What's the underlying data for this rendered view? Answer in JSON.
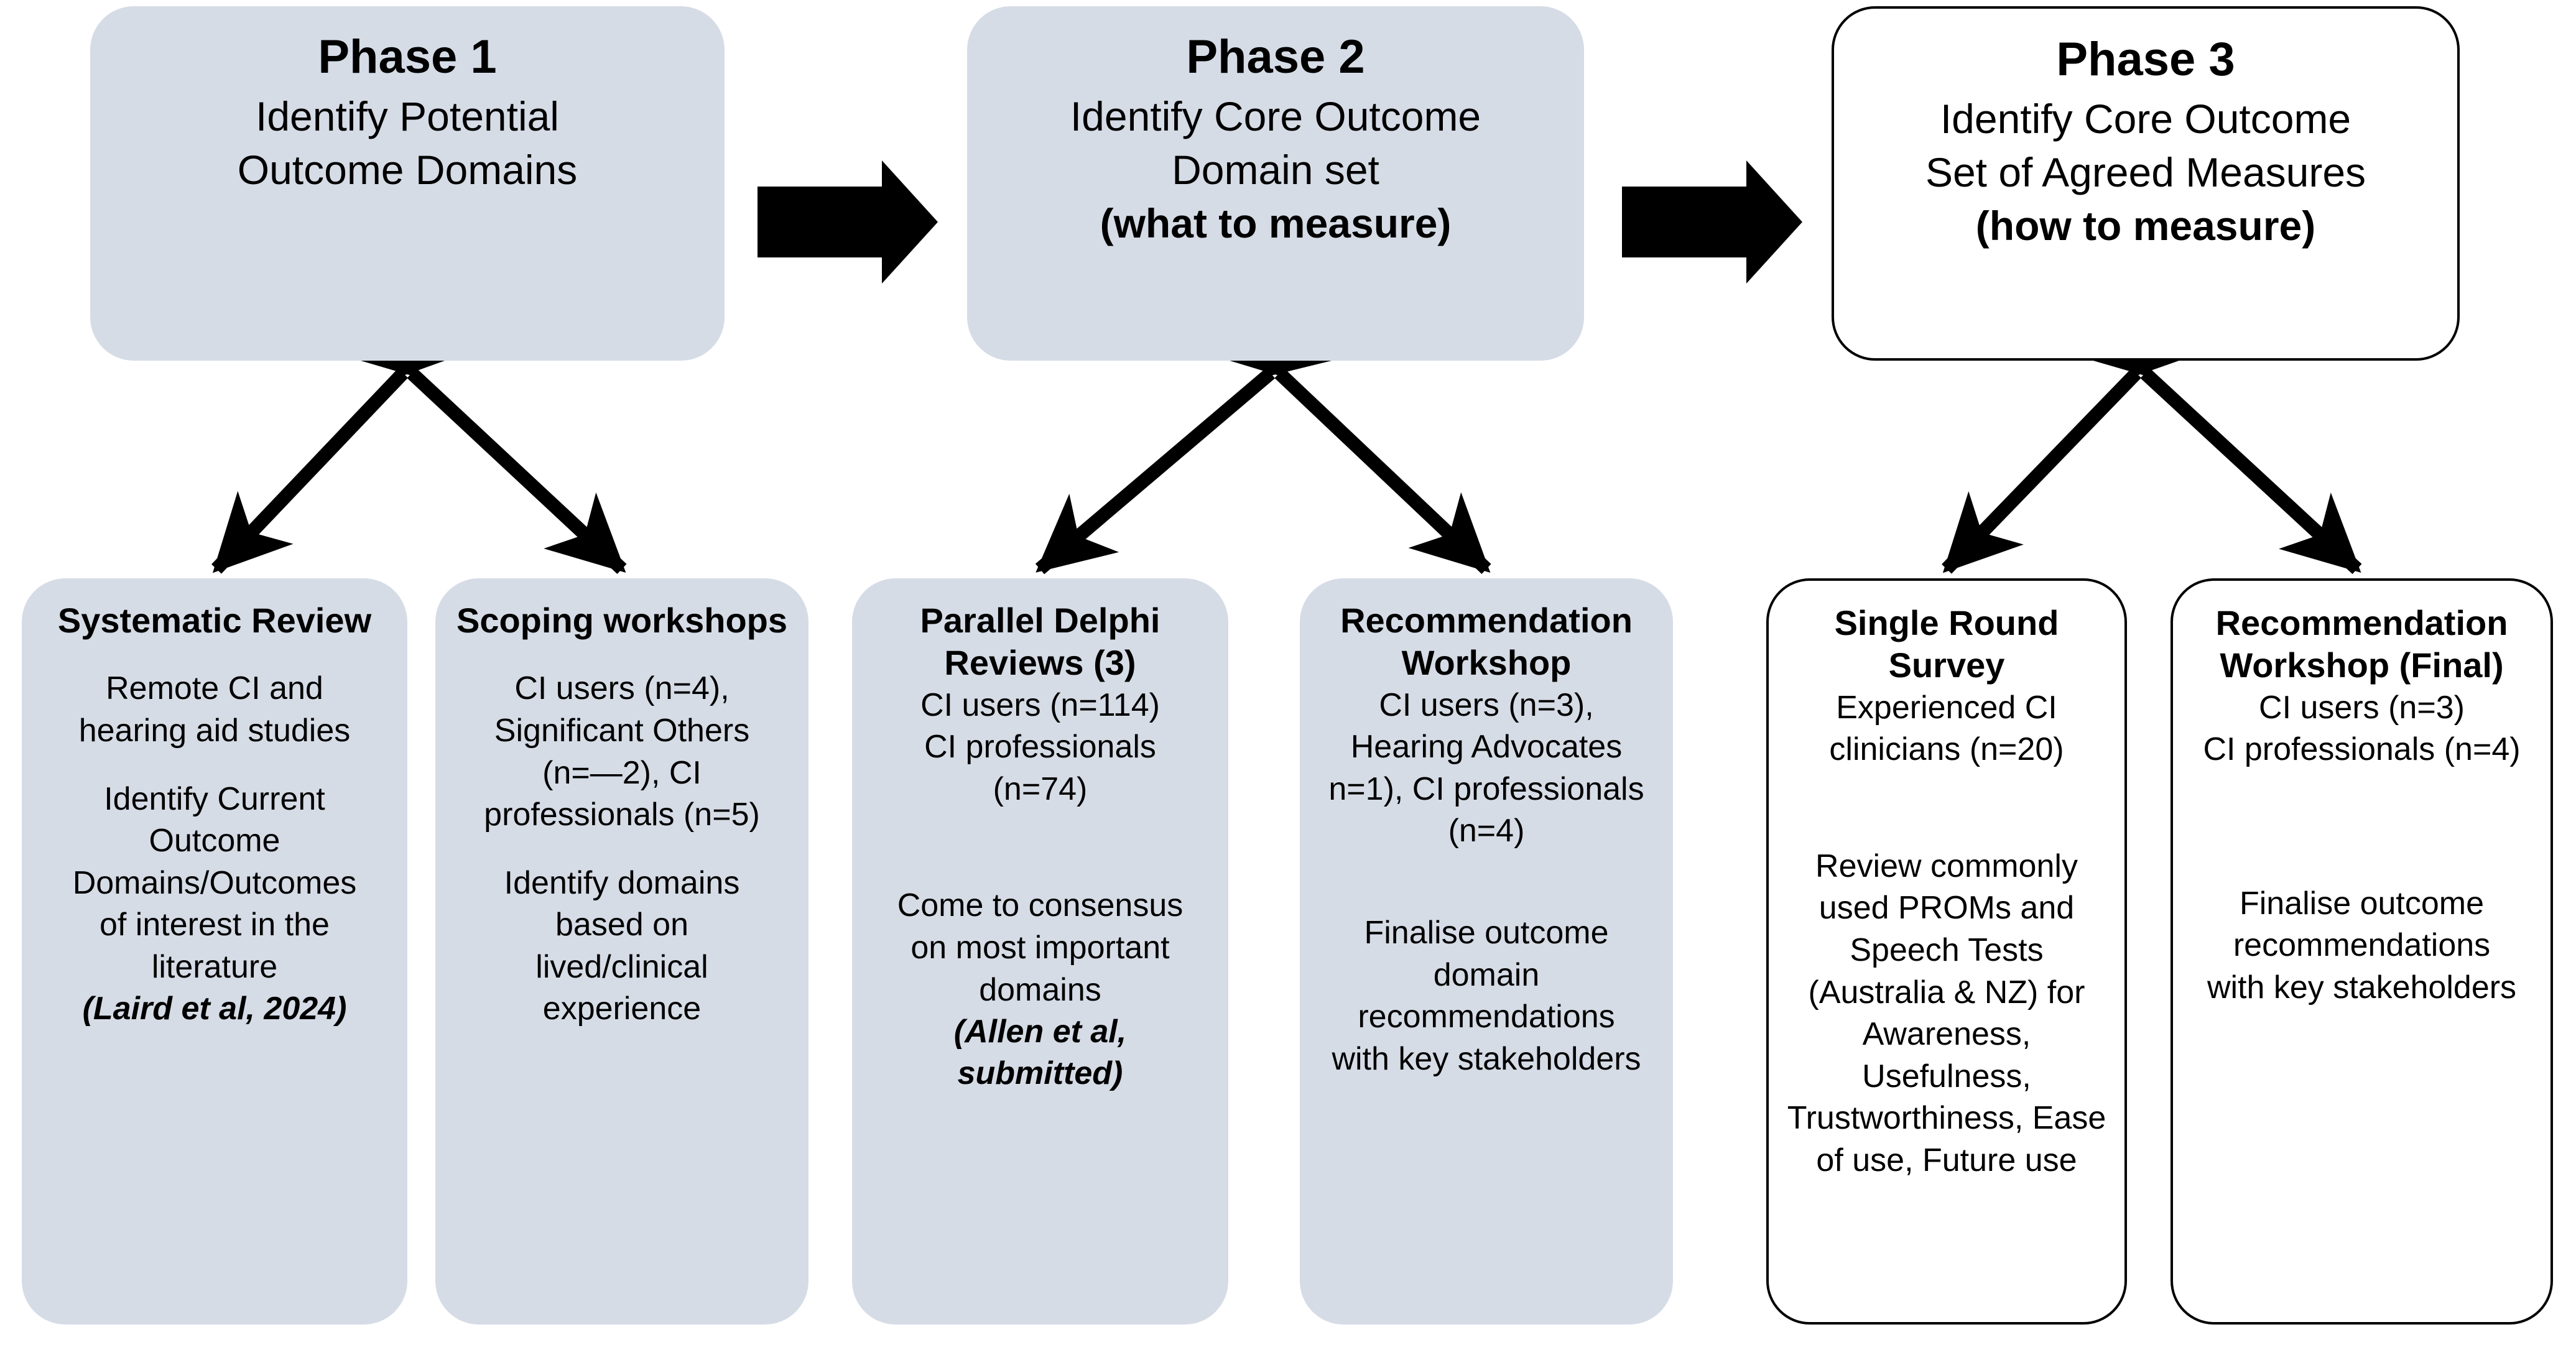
{
  "colors": {
    "box_fill": "#d6dce6",
    "box_border": "#000000",
    "arrow": "#000000",
    "page_bg": "#ffffff"
  },
  "phases": [
    {
      "id": "phase-1",
      "title": "Phase 1",
      "lines": [
        "Identify Potential",
        "Outcome Domains"
      ],
      "emphasis_line": "",
      "style": "filled"
    },
    {
      "id": "phase-2",
      "title": "Phase 2",
      "lines": [
        "Identify Core Outcome",
        "Domain set"
      ],
      "emphasis_line": "(what to measure)",
      "style": "filled"
    },
    {
      "id": "phase-3",
      "title": "Phase 3",
      "lines": [
        "Identify Core Outcome",
        "Set of Agreed Measures"
      ],
      "emphasis_line": "(how to measure)",
      "style": "outlined"
    }
  ],
  "activities": [
    {
      "id": "systematic-review",
      "title": "Systematic Review",
      "participants": [
        "Remote CI and",
        "hearing aid studies"
      ],
      "purpose": [
        "Identify Current",
        "Outcome",
        "Domains/Outcomes",
        "of interest in the",
        "literature"
      ],
      "citation": "(Laird et al, 2024)",
      "style": "filled",
      "phase": "phase-1"
    },
    {
      "id": "scoping-workshops",
      "title": "Scoping workshops",
      "participants": [
        "CI users (n=4),",
        "Significant Others",
        "(n=—2), CI",
        "professionals (n=5)"
      ],
      "purpose": [
        "Identify domains",
        "based on",
        "lived/clinical",
        "experience"
      ],
      "citation": "",
      "style": "filled",
      "phase": "phase-1"
    },
    {
      "id": "parallel-delphi-reviews",
      "title": "Parallel Delphi Reviews (3)",
      "participants": [
        "CI users (n=114)",
        "CI professionals",
        "(n=74)"
      ],
      "purpose": [
        "Come to consensus",
        "on most important",
        "domains"
      ],
      "citation": "(Allen et al, submitted)",
      "style": "filled",
      "phase": "phase-2"
    },
    {
      "id": "recommendation-workshop",
      "title": "Recommendation Workshop",
      "participants": [
        "CI users (n=3),",
        "Hearing Advocates",
        "n=1), CI professionals",
        "(n=4)"
      ],
      "purpose": [
        "Finalise outcome",
        "domain",
        "recommendations",
        "with key stakeholders"
      ],
      "citation": "",
      "style": "filled",
      "phase": "phase-2"
    },
    {
      "id": "single-round-survey",
      "title": "Single Round Survey",
      "participants": [
        "Experienced CI",
        "clinicians (n=20)"
      ],
      "purpose": [
        "Review commonly",
        "used PROMs and",
        "Speech Tests",
        "(Australia & NZ)  for",
        "Awareness,",
        "Usefulness,",
        "Trustworthiness, Ease",
        "of use, Future use"
      ],
      "citation": "",
      "style": "outlined",
      "phase": "phase-3"
    },
    {
      "id": "recommendation-workshop-final",
      "title": "Recommendation Workshop (Final)",
      "participants": [
        "CI users (n=3)",
        "CI professionals (n=4)"
      ],
      "purpose": [
        "Finalise outcome",
        "recommendations",
        "with key stakeholders"
      ],
      "citation": "",
      "style": "outlined",
      "phase": "phase-3"
    }
  ],
  "connectors": {
    "block_arrows": [
      "phase-1-to-phase-2",
      "phase-2-to-phase-3"
    ],
    "double_arrows": [
      "phase-1-systematic-review",
      "phase-1-scoping-workshops",
      "phase-2-parallel-delphi-reviews",
      "phase-2-recommendation-workshop",
      "phase-3-single-round-survey",
      "phase-3-recommendation-workshop-final"
    ]
  }
}
